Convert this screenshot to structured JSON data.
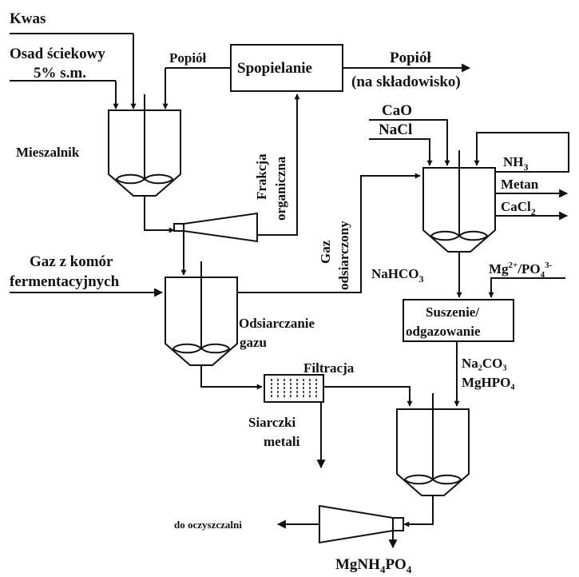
{
  "labels": {
    "kwas": "Kwas",
    "osad_line1": "Osad ściekowy",
    "osad_line2": "5% s.m.",
    "popiol_in": "Popiół",
    "spopielanie": "Spopielanie",
    "popiol_out": "Popiół",
    "na_skladowisko": "(na składowisko)",
    "mieszalnik": "Mieszalnik",
    "frakcja_line1": "Frakcja",
    "frakcja_line2": "organiczna",
    "cao": "CaO",
    "nacl": "NaCl",
    "nh3_base": "NH",
    "nh3_sub": "3",
    "metan": "Metan",
    "cacl2_base": "CaCl",
    "cacl2_sub": "2",
    "gaz_line1": "Gaz",
    "gaz_line2": "odsiarczony",
    "gaz_komor_line1": "Gaz z komór",
    "gaz_komor_line2": "fermentacyjnych",
    "nahco3_base": "NaHCO",
    "nahco3_sub": "3",
    "mg_base1": "Mg",
    "mg_sup1": "2+",
    "mg_base2": "/PO",
    "mg_sub2": "4",
    "mg_sup2": "3-",
    "suszenie_line1": "Suszenie/",
    "suszenie_line2": "odgazowanie",
    "odsiarczanie_line1": "Odsiarczanie",
    "odsiarczanie_line2": "gazu",
    "filtracja": "Filtracja",
    "na2co3": "Na₂CO₃",
    "mghpo4": "MgHPO₄",
    "siarczki_line1": "Siarczki",
    "siarczki_line2": "metali",
    "do_oczyszczalni": "do oczyszczalni",
    "product_base1": "MgNH",
    "product_sub1": "4",
    "product_base2": "PO",
    "product_sub2": "4"
  }
}
